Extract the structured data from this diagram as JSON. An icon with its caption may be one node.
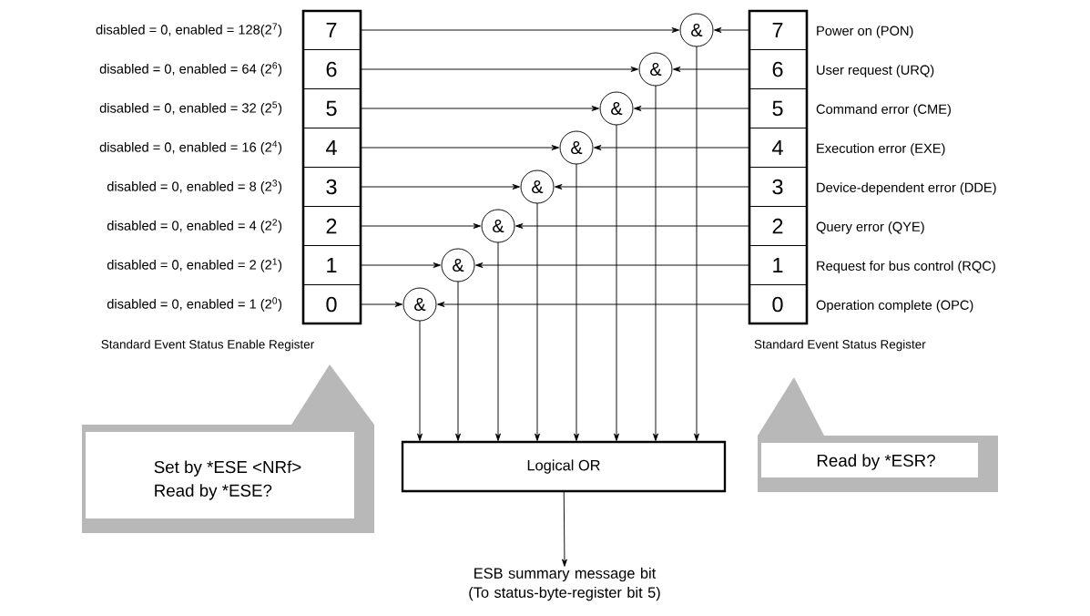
{
  "diagram": {
    "nodes": [
      {
        "text": [
          "7"
        ],
        "beside": [
          "disabled = 0, enabled = 128(2$^{7}$)"
        ]
      },
      {
        "text": [
          "6"
        ],
        "beside": [
          "disabled = 0, enabled = 64 (2$^{6}$)"
        ]
      },
      {
        "text": [
          "5"
        ],
        "beside": [
          "disabled = 0, enabled = 32 (2$^{5}$)"
        ]
      },
      {
        "text": [
          "4"
        ],
        "beside": [
          "disabled = 0, enabled = 16 (2$^{4}$)"
        ]
      },
      {
        "text": [
          "3"
        ],
        "beside": [
          "disabled = 0, enabled = 8 (2$^{3}$)"
        ]
      },
      {
        "text": [
          "2"
        ],
        "beside": [
          "disabled = 0, enabled = 4 (2$^{2}$)"
        ]
      },
      {
        "text": [
          "1"
        ],
        "beside": [
          "disabled = 0, enabled = 2 (2$^{1}$)"
        ]
      },
      {
        "text": [
          "0"
        ],
        "beside": [
          "disabled = 0, enabled = 1 (2$^{0}$)"
        ]
      },
      {
        "text": [
          "7"
        ],
        "beside": [
          "Power on (PON)"
        ]
      },
      {
        "text": [
          "6"
        ],
        "beside": [
          "User request (URQ)"
        ]
      },
      {
        "text": [
          "5"
        ],
        "beside": [
          "Command error (CME)"
        ]
      },
      {
        "text": [
          "4"
        ],
        "beside": [
          "Execution error (EXE)"
        ]
      },
      {
        "text": [
          "3"
        ],
        "beside": [
          "Device-dependent error (DDE)"
        ]
      },
      {
        "text": [
          "2"
        ],
        "beside": [
          "Query error (QYE)"
        ]
      },
      {
        "text": [
          "1"
        ],
        "beside": [
          "Request for bus control (RQC)"
        ]
      },
      {
        "text": [
          "0"
        ],
        "beside": [
          "Operation complete (OPC)"
        ]
      },
      {
        "text": [
          "&"
        ]
      },
      {
        "text": [
          "&"
        ]
      },
      {
        "text": [
          "&"
        ]
      },
      {
        "text": [
          "&"
        ]
      },
      {
        "text": [
          "&"
        ]
      },
      {
        "text": [
          "&"
        ]
      },
      {
        "text": [
          "&"
        ]
      },
      {
        "text": [
          "&"
        ]
      },
      {
        "text": [
          "Logical OR"
        ]
      },
      {
        "text": [
          "ESB summary message bit (To status-byte-register bit 5)"
        ]
      },
      {
        "text": [
          "Set by *ESE <NRf>",
          "Read by *ESE?"
        ]
      },
      {
        "text": [
          "Read by *ESR?"
        ]
      }
    ],
    "edges": [
      {
        "from": 0,
        "to": 16,
        "arrow": "to"
      },
      {
        "from": 1,
        "to": 17,
        "arrow": "to"
      },
      {
        "from": 2,
        "to": 18,
        "arrow": "to"
      },
      {
        "from": 3,
        "to": 19,
        "arrow": "to"
      },
      {
        "from": 4,
        "to": 20,
        "arrow": "to"
      },
      {
        "from": 5,
        "to": 21,
        "arrow": "to"
      },
      {
        "from": 6,
        "to": 22,
        "arrow": "to"
      },
      {
        "from": 7,
        "to": 23,
        "arrow": "to"
      },
      {
        "from": 8,
        "to": 16,
        "arrow": "to"
      },
      {
        "from": 9,
        "to": 17,
        "arrow": "to"
      },
      {
        "from": 10,
        "to": 18,
        "arrow": "to"
      },
      {
        "from": 11,
        "to": 19,
        "arrow": "to"
      },
      {
        "from": 12,
        "to": 20,
        "arrow": "to"
      },
      {
        "from": 13,
        "to": 21,
        "arrow": "to"
      },
      {
        "from": 14,
        "to": 22,
        "arrow": "to"
      },
      {
        "from": 15,
        "to": 23,
        "arrow": "to"
      },
      {
        "from": 16,
        "to": 24,
        "arrow": "to"
      },
      {
        "from": 17,
        "to": 24,
        "arrow": "to"
      },
      {
        "from": 18,
        "to": 24,
        "arrow": "to"
      },
      {
        "from": 19,
        "to": 24,
        "arrow": "to"
      },
      {
        "from": 20,
        "to": 24,
        "arrow": "to"
      },
      {
        "from": 21,
        "to": 24,
        "arrow": "to"
      },
      {
        "from": 22,
        "to": 24,
        "arrow": "to"
      },
      {
        "from": 23,
        "to": 24,
        "arrow": "to"
      },
      {
        "from": 24,
        "to": 25,
        "arrow": "to"
      }
    ],
    "labels": [
      "Standard Event Status Enable Register",
      "Standard Event Status Register"
    ]
  }
}
